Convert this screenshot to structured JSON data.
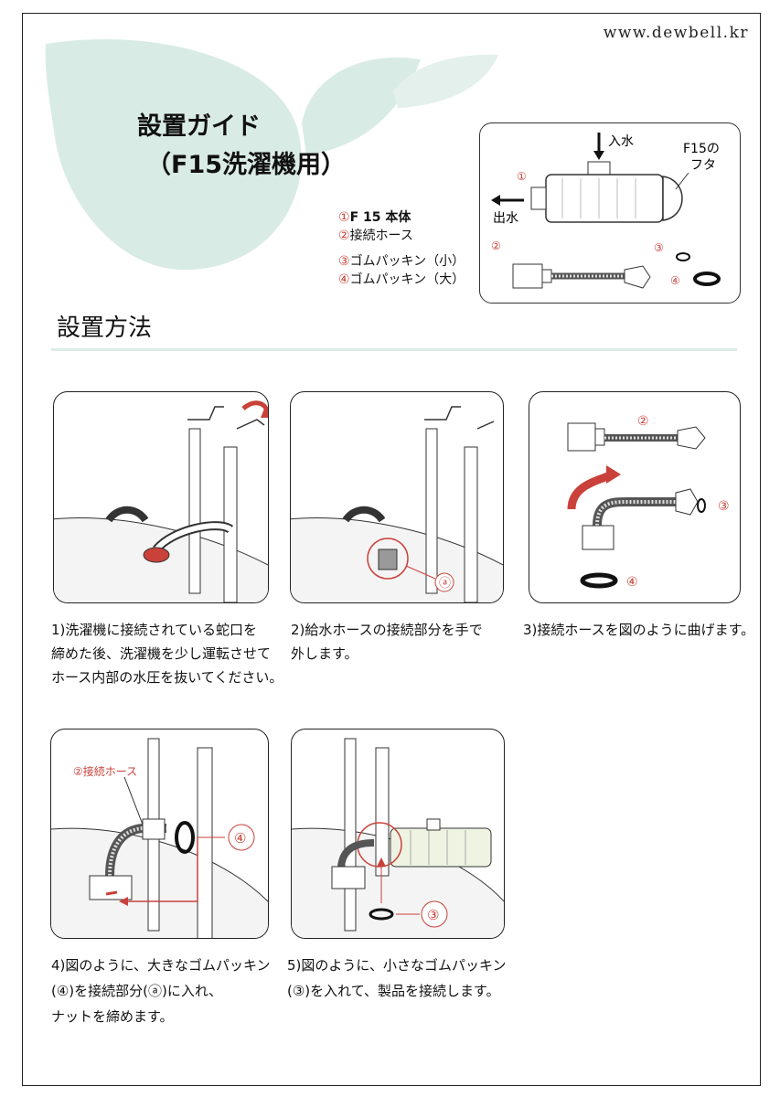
{
  "header": {
    "url": "www.dewbell.kr"
  },
  "title": {
    "line1": "設置ガイド",
    "line2": "（F15洗濯機用）"
  },
  "parts_list": [
    {
      "num": "①",
      "label": "F 15  本体"
    },
    {
      "num": "②",
      "label": "接続ホース"
    },
    {
      "num": "③",
      "label": "ゴムパッキン（小）"
    },
    {
      "num": "④",
      "label": "ゴムパッキン（大）"
    }
  ],
  "parts_diagram": {
    "inlet_label": "入水",
    "outlet_label": "出水",
    "cap_label_1": "F15の",
    "cap_label_2": "フタ",
    "n1": "①",
    "n2": "②",
    "n3": "③",
    "n4": "④"
  },
  "section": {
    "title": "設置方法"
  },
  "steps": [
    {
      "text_lines": [
        "1)洗濯機に接続されている蛇口を",
        "締めた後、洗濯機を少し運転させて",
        "ホース内部の水圧を抜いてください。"
      ]
    },
    {
      "text_lines": [
        "2)給水ホースの接続部分を手で",
        "外します。"
      ],
      "callout": "ⓐ"
    },
    {
      "text_lines": [
        "3)接続ホースを図のように曲げます。"
      ],
      "n2": "②",
      "n3": "③",
      "n4": "④"
    },
    {
      "text_lines": [
        "4)図のように、大きなゴムパッキン",
        "(④)を接続部分(ⓐ)に入れ、",
        "ナットを締めます。"
      ],
      "hose_label": "②接続ホース",
      "n4": "④"
    },
    {
      "text_lines": [
        "5)図のように、小さなゴムパッキン",
        "(③)を入れて、製品を接続します。"
      ],
      "n3": "③"
    }
  ],
  "colors": {
    "accent_red": "#c9413a",
    "leaf": "#d9ebe5",
    "divider": "#dcebe6"
  }
}
